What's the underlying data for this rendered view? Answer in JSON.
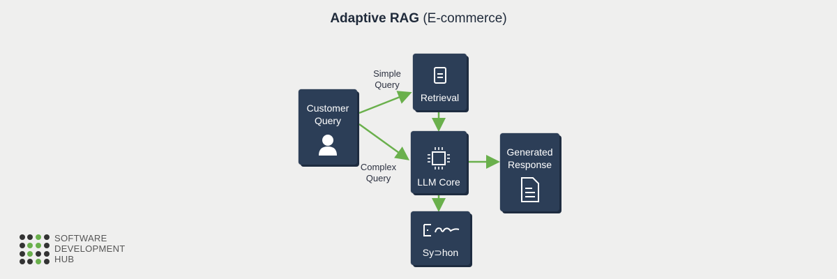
{
  "title": {
    "bold": "Adaptive RAG",
    "rest": " (E-commerce)"
  },
  "nodes": {
    "customer": {
      "label1": "Customer",
      "label2": "Query",
      "icon": "user-icon"
    },
    "retrieval": {
      "label": "Retrieval",
      "icon": "document-icon"
    },
    "llm": {
      "label": "LLM Core",
      "icon": "chip-icon"
    },
    "response": {
      "label1": "Generated",
      "label2": "Response",
      "icon": "file-icon"
    },
    "sython": {
      "label": "Sy⊃hon",
      "icon": "glitched-symbol-icon"
    }
  },
  "edges": {
    "simple": {
      "l1": "Simple",
      "l2": "Query"
    },
    "complex": {
      "l1": "Complex",
      "l2": "Query"
    }
  },
  "colors": {
    "box": "#2c3e57",
    "arrow": "#6ab04c",
    "background": "#efefee"
  },
  "logo": {
    "l1": "SOFTWARE",
    "l2": "DEVELOPMENT",
    "l3": "HUB"
  }
}
